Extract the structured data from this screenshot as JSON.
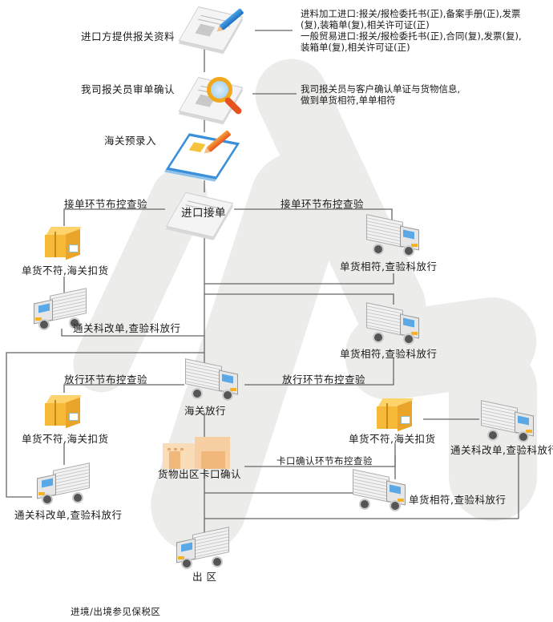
{
  "diagram": {
    "type": "flowchart",
    "title": "进口报关流程",
    "colors": {
      "line": "#666666",
      "text": "#1a1a1a",
      "watermark": "#ececea",
      "accent_blue": "#3a8fd8",
      "accent_orange": "#f2a81d"
    },
    "steps": {
      "provide_docs": {
        "label": "进口方提供报关资料",
        "icon": "document-pencil-icon"
      },
      "review": {
        "label": "我司报关员审单确认",
        "icon": "document-magnifier-icon"
      },
      "pre_entry": {
        "label": "海关预录入",
        "icon": "clipboard-pencil-icon"
      },
      "receive": {
        "label": "进口接单",
        "icon": "document-icon"
      },
      "release": {
        "label": "海关放行",
        "icon": "truck-icon"
      },
      "gate": {
        "label": "货物出区卡口确认",
        "icon": "warehouse-icon"
      },
      "exit": {
        "label": "出 区",
        "icon": "truck-icon"
      }
    },
    "notes": {
      "provide_docs": [
        "进料加工进口:报关/报检委托书(正),备案手册(正),发票",
        "(复),装箱单(复),相关许可证(正)",
        "一般贸易进口:报关/报检委托书(正),合同(复),发票(复),",
        "装箱单(复),相关许可证(正)"
      ],
      "review": [
        "我司报关员与客户确认单证与货物信息,",
        "做到单货相符,单单相符"
      ]
    },
    "branches": {
      "receive_left_label": "接单环节布控查验",
      "receive_right_label": "接单环节布控查验",
      "release_left_label": "放行环节布控查验",
      "release_right_label": "放行环节布控查验",
      "gate_label": "卡口确认环节布控查验",
      "mismatch_hold": "单货不符,海关扣货",
      "amend_release": "通关科改单,查验科放行",
      "match_release": "单货相符,查验科放行"
    },
    "footer": "进境/出境参见保税区"
  }
}
